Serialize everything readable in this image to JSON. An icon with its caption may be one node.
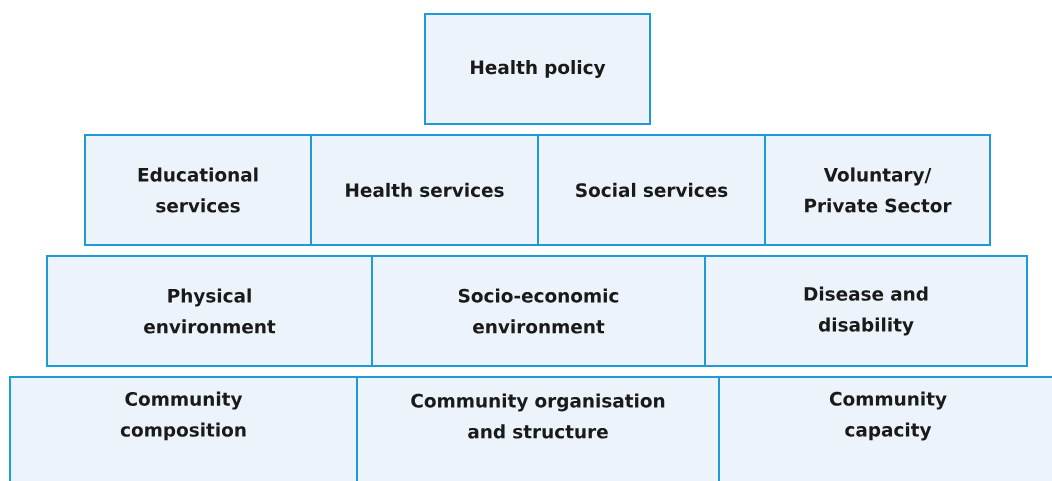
{
  "diagram": {
    "nodes": [
      {
        "text": [
          "Health policy"
        ]
      },
      {
        "text": [
          "Educational services"
        ]
      },
      {
        "text": [
          "Health services"
        ]
      },
      {
        "text": [
          "Social services"
        ]
      },
      {
        "text": [
          "Voluntary/ Private Sector"
        ]
      },
      {
        "text": [
          "Physical environment"
        ]
      },
      {
        "text": [
          "Socio-economic environment"
        ]
      },
      {
        "text": [
          "Disease and disability"
        ]
      },
      {
        "text": [
          "Community composition"
        ]
      },
      {
        "text": [
          "Community organisation and structure"
        ]
      },
      {
        "text": [
          "Community capacity"
        ]
      }
    ]
  }
}
